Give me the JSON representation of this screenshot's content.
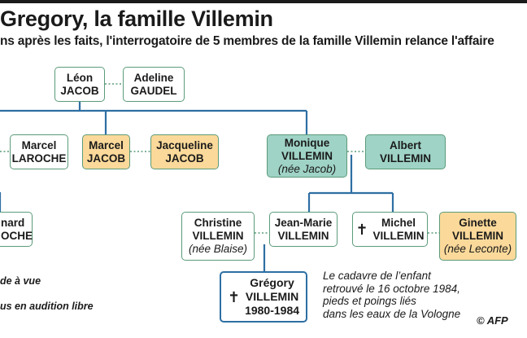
{
  "title": "Gregory, la famille Villemin",
  "subtitle": "ns après les faits, l'interrogatoire de 5 membres de la famille Villemin relance l'affaire",
  "nodes": {
    "leon": {
      "l1": "Léon",
      "l2": "JACOB"
    },
    "adeline": {
      "l1": "Adeline",
      "l2": "GAUDEL"
    },
    "marcel_laroche": {
      "l1": "Marcel",
      "l2": "LAROCHE"
    },
    "marcel_jacob": {
      "l1": "Marcel",
      "l2": "JACOB"
    },
    "jacqueline": {
      "l1": "Jacqueline",
      "l2": "JACOB"
    },
    "monique": {
      "l1": "Monique",
      "l2": "VILLEMIN",
      "l3": "(née Jacob)"
    },
    "albert": {
      "l1": "Albert",
      "l2": "VILLEMIN"
    },
    "bernard": {
      "l1": "nard",
      "l2": "OCHE"
    },
    "christine": {
      "l1": "Christine",
      "l2": "VILLEMIN",
      "l3": "(née Blaise)"
    },
    "jean_marie": {
      "l1": "Jean-Marie",
      "l2": "VILLEMIN"
    },
    "michel": {
      "l1": "Michel",
      "l2": "VILLEMIN"
    },
    "ginette": {
      "l1": "Ginette",
      "l2": "VILLEMIN",
      "l3": "(née Leconte)"
    },
    "gregory": {
      "l1": "Grégory",
      "l2": "VILLEMIN",
      "l3": "1980-1984"
    }
  },
  "cross_symbol": "✝",
  "legend": {
    "item1": "de à vue",
    "item2": "us en audition libre"
  },
  "note": {
    "l1": "Le cadavre de l’enfant",
    "l2": "retrouvé le 16 octobre 1984,",
    "l3": "pieds et poings liés",
    "l4": "dans les eaux de la Vologne"
  },
  "credit": "© AFP",
  "colors": {
    "line": "#2e6fa3",
    "node_border": "#5b9b7a",
    "teal_fill": "#9fd3c6",
    "amber_fill": "#fbd99a"
  }
}
